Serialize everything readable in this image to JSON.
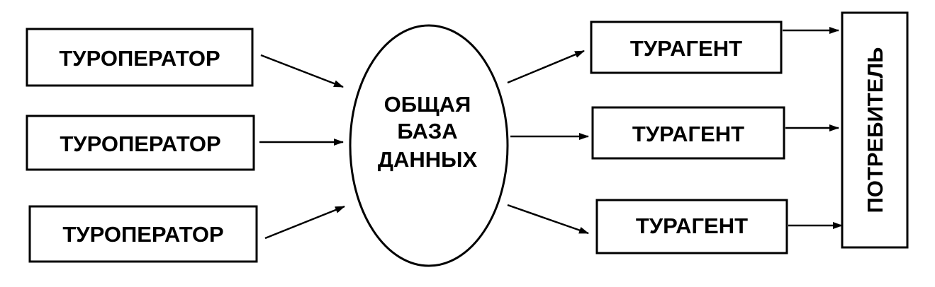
{
  "diagram": {
    "operators": [
      {
        "label": "ТУРОПЕРАТОР"
      },
      {
        "label": "ТУРОПЕРАТОР"
      },
      {
        "label": "ТУРОПЕРАТОР"
      }
    ],
    "database": {
      "lines": [
        "ОБЩАЯ",
        "БАЗА",
        "ДАННЫХ"
      ]
    },
    "agents": [
      {
        "label": "ТУРАГЕНТ"
      },
      {
        "label": "ТУРАГЕНТ"
      },
      {
        "label": "ТУРАГЕНТ"
      }
    ],
    "consumer": {
      "label": "ПОТРЕБИТЕЛЬ"
    },
    "colors": {
      "stroke": "#000000",
      "background": "#ffffff"
    }
  }
}
